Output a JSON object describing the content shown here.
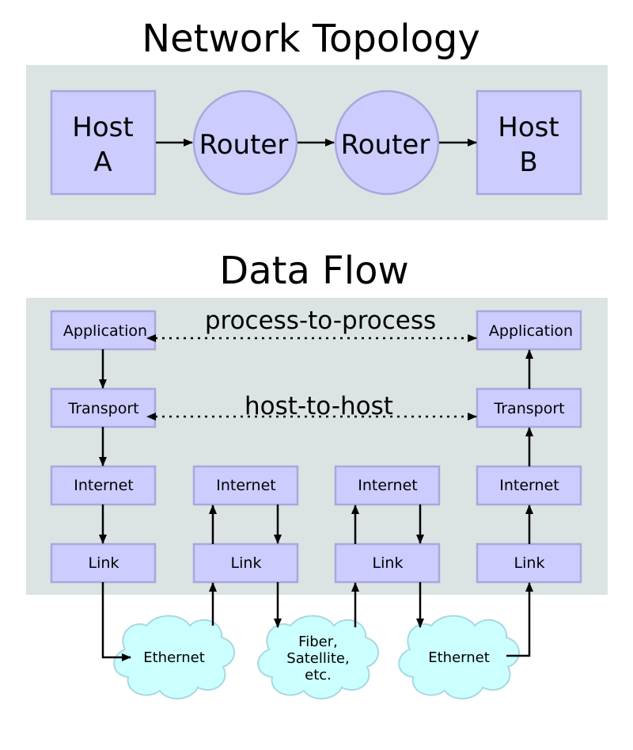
{
  "topology": {
    "title": "Network Topology",
    "host_a": [
      "Host",
      "A"
    ],
    "router_1": "Router",
    "router_2": "Router",
    "host_b": [
      "Host",
      "B"
    ]
  },
  "dataflow": {
    "title": "Data Flow",
    "process_label": "process-to-process",
    "host_label": "host-to-host",
    "left_stack": [
      "Application",
      "Transport",
      "Internet",
      "Link"
    ],
    "router1_stack": [
      "Internet",
      "Link"
    ],
    "router2_stack": [
      "Internet",
      "Link"
    ],
    "right_stack": [
      "Application",
      "Transport",
      "Internet",
      "Link"
    ],
    "clouds": [
      [
        "Ethernet"
      ],
      [
        "Fiber,",
        "Satellite,",
        "etc."
      ],
      [
        "Ethernet"
      ]
    ]
  },
  "colors": {
    "node_fill": "#ccccff",
    "panel_fill": "#dce3e3",
    "cloud_fill": "#ccffff"
  }
}
